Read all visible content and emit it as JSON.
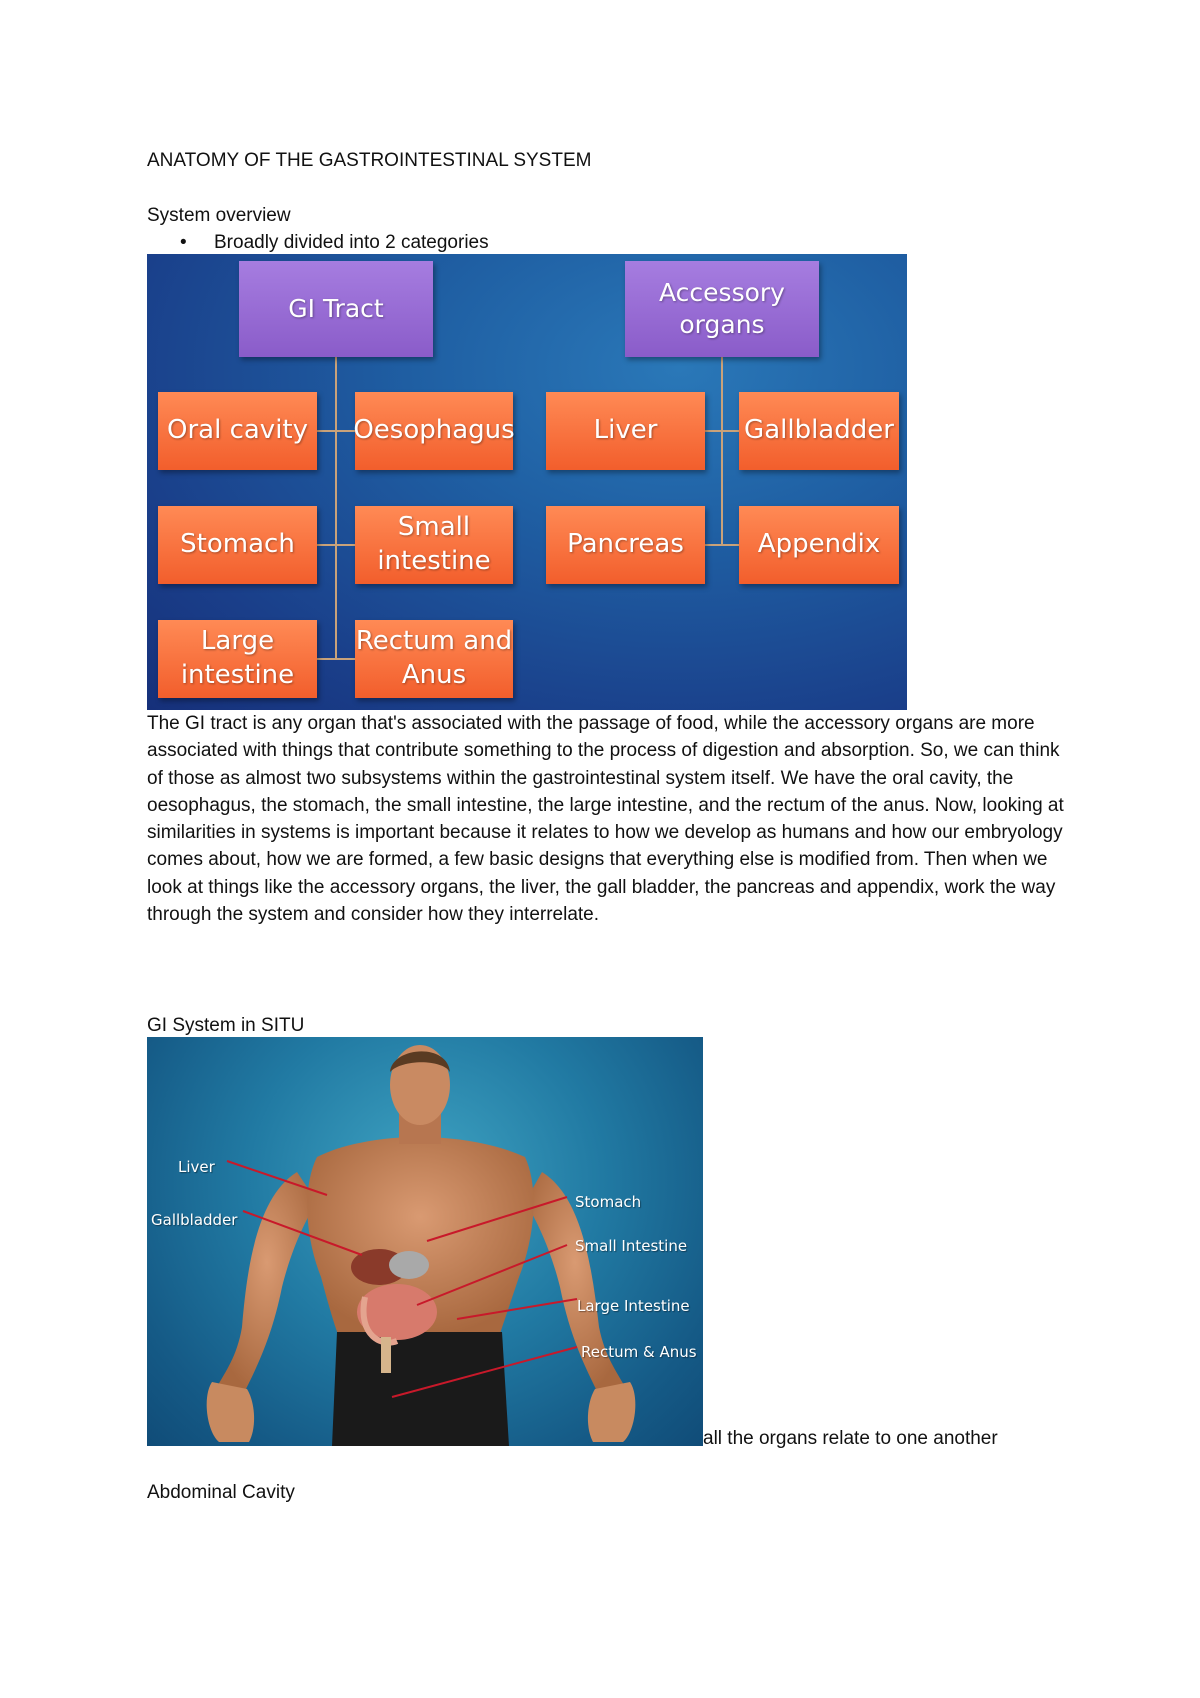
{
  "document": {
    "title": "ANATOMY OF THE GASTROINTESTINAL SYSTEM",
    "section_overview": "System overview",
    "bullet_1": "Broadly divided into 2 categories",
    "paragraph": "The GI tract is any organ that's associated with the passage of food, while the accessory organs are more associated with things that contribute something to the process of digestion and absorption. So, we can think of those as almost two subsystems within the gastrointestinal system itself. We have the oral cavity, the oesophagus, the stomach, the small intestine, the large intestine, and the rectum of the anus. Now, looking at similarities in systems is important because it relates to how we develop as humans and how our embryology comes about, how we are formed, a few basic designs that everything else is modified from. Then when we look at things like the accessory organs, the liver, the gall bladder, the pancreas and appendix, work the way through the system and consider how they interrelate.",
    "section_situ": "GI System in SITU",
    "caption_situ": "all the organs  relate to one another",
    "section_abdominal": "Abdominal Cavity"
  },
  "diagram": {
    "gi_tract": {
      "title": "GI Tract",
      "items": [
        "Oral cavity",
        "Oesophagus",
        "Stomach",
        "Small intestine",
        "Large intestine",
        "Rectum and Anus"
      ]
    },
    "accessory": {
      "title": "Accessory organs",
      "items": [
        "Liver",
        "Gallbladder",
        "Pancreas",
        "Appendix"
      ]
    },
    "colors": {
      "background": "#1f4f9a",
      "header_box": "#9b6fd6",
      "item_box": "#f96f3c",
      "connector": "#c9a27a"
    }
  },
  "anatomy": {
    "labels": {
      "liver": "Liver",
      "gallbladder": "Gallbladder",
      "stomach": "Stomach",
      "small_intestine": "Small Intestine",
      "large_intestine": "Large Intestine",
      "rectum_anus": "Rectum & Anus"
    },
    "colors": {
      "background": "#1e6f9e",
      "arrow": "#c8192a",
      "skin": "#c98a62"
    }
  }
}
